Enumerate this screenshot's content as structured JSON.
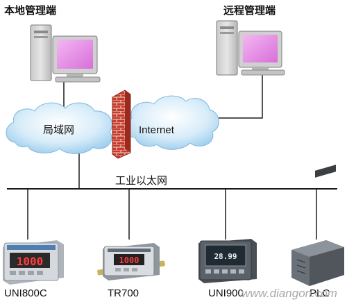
{
  "diagram": {
    "nodes": {
      "local_admin": {
        "label": "本地管理端"
      },
      "remote_admin": {
        "label": "远程管理端"
      },
      "lan": {
        "label": "局域网"
      },
      "internet": {
        "label": "Internet"
      },
      "ethernet": {
        "label": "工业以太网"
      },
      "uni800c": {
        "label": "UNI800C",
        "display": "1000"
      },
      "tr700": {
        "label": "TR700",
        "display": "1000"
      },
      "uni900": {
        "label": "UNI900",
        "display": "28.99"
      },
      "plc": {
        "label": "PLC"
      }
    },
    "edges": [
      {
        "from": "local_admin",
        "to": "lan"
      },
      {
        "from": "lan",
        "to": "internet",
        "via": "firewall"
      },
      {
        "from": "remote_admin",
        "to": "internet"
      },
      {
        "from": "lan",
        "to": "ethernet"
      },
      {
        "from": "ethernet",
        "to": "uni800c"
      },
      {
        "from": "ethernet",
        "to": "tr700"
      },
      {
        "from": "ethernet",
        "to": "uni900"
      },
      {
        "from": "ethernet",
        "to": "plc"
      }
    ],
    "watermark": "www.diangon.com"
  },
  "colors": {
    "line": "#1a1a1a",
    "cloud": "#bfe0f5",
    "brick": "#c83a2a",
    "pc_case": "#d9d9d9",
    "monitor_screen": "#e38fe4",
    "device_display": "#e03030",
    "device_body": "#d5d8dc"
  }
}
